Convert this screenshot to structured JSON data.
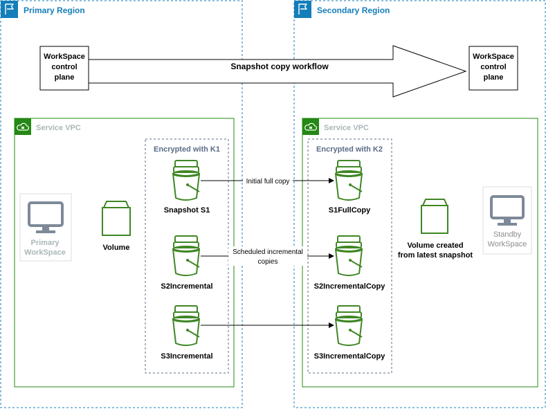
{
  "regions": {
    "primary": {
      "title": "Primary Region"
    },
    "secondary": {
      "title": "Secondary Region"
    }
  },
  "control_plane": {
    "primary": [
      "WorkSpace",
      "control",
      "plane"
    ],
    "secondary": [
      "WorkSpace",
      "control",
      "plane"
    ],
    "workflow_label": "Snapshot copy workflow"
  },
  "vpc": {
    "primary": {
      "title": "Service VPC"
    },
    "secondary": {
      "title": "Service VPC"
    }
  },
  "encryption": {
    "k1": "Encrypted with K1",
    "k2": "Encrypted with K2"
  },
  "primary": {
    "workspace": [
      "Primary",
      "WorkSpace"
    ],
    "volume": "Volume",
    "snapshots": [
      "Snapshot S1",
      "S2Incremental",
      "S3Incremental"
    ]
  },
  "secondary": {
    "copies": [
      "S1FullCopy",
      "S2IncrementalCopy",
      "S3IncrementalCopy"
    ],
    "volume": [
      "Volume created",
      "from latest snapshot"
    ],
    "workspace": [
      "Standby",
      "WorkSpace"
    ]
  },
  "arrows": {
    "initial": "Initial full copy",
    "scheduled": [
      "Scheduled incremental",
      "copies"
    ]
  },
  "colors": {
    "region_border": "#147eba",
    "region_title": "#147eba",
    "vpc_border": "#248814",
    "vpc_title": "#aab7b8",
    "encrypted_title": "#5a6b86",
    "bucket": "#3f8624",
    "workspace_icon": "#7d8998"
  }
}
